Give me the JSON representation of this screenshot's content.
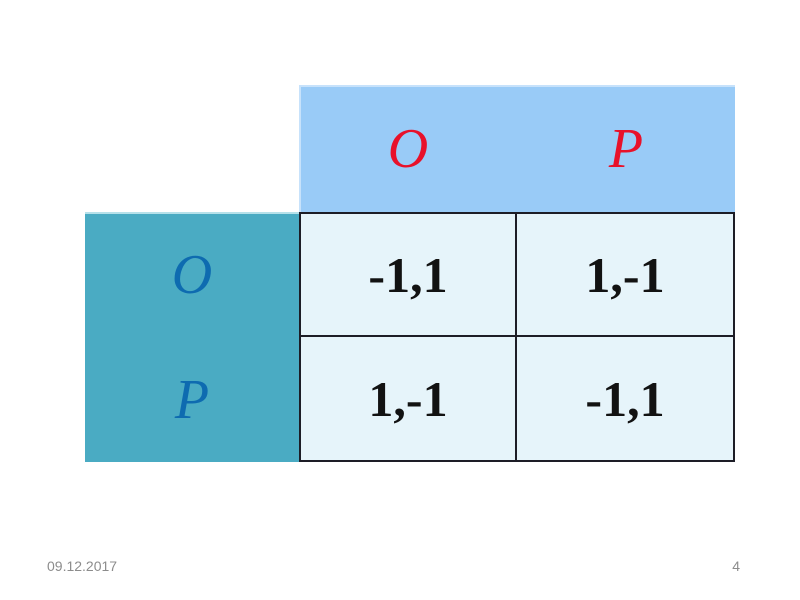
{
  "slide": {
    "footer": {
      "date": "09.12.2017",
      "page_number": "4"
    }
  },
  "matrix": {
    "description": "2x2 payoff matrix",
    "column_labels": [
      "O",
      "P"
    ],
    "row_labels": [
      "O",
      "P"
    ],
    "cells": [
      [
        "-1,1",
        "1,-1"
      ],
      [
        "1,-1",
        "-1,1"
      ]
    ],
    "colors": {
      "column_header_bg": "#99cbf7",
      "row_header_bg": "#4aabc3",
      "cell_bg": "#e6f4fa",
      "grid_border": "#1d1d26",
      "column_label_text": "#e8112a",
      "row_label_text": "#0e6bb0",
      "cell_text": "#121212",
      "footer_text": "#8c8c8c"
    }
  }
}
